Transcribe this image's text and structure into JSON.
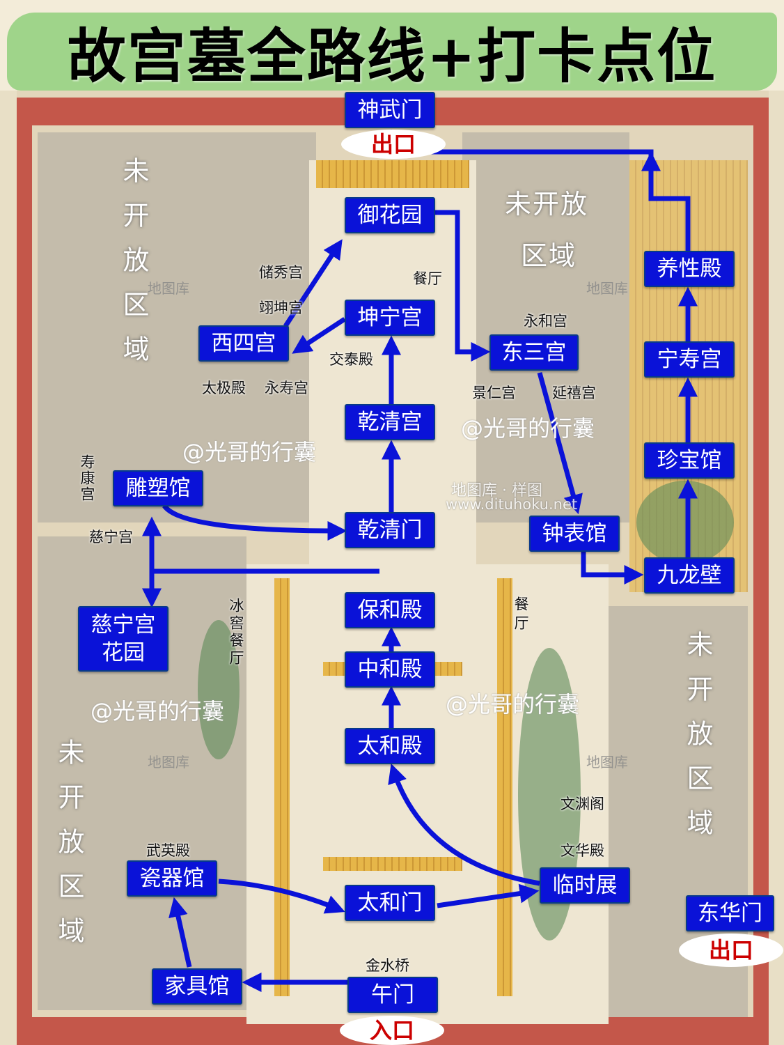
{
  "title": "故宫墓全路线+打卡点位",
  "colors": {
    "route": "#0a12d8",
    "label_bg": "#0a12d8",
    "exit_text": "#cc0000",
    "header_green": "#9fd48a"
  },
  "route_labels": {
    "shenwumen": "神武门",
    "yuhuayuan": "御花园",
    "kunninggong": "坤宁宫",
    "qianqinggong": "乾清宫",
    "qianqingmen": "乾清门",
    "baohedian": "保和殿",
    "zhonghedian": "中和殿",
    "taihedian": "太和殿",
    "taihemen": "太和门",
    "wumen": "午门",
    "xisigong": "西四宫",
    "diaosuguan": "雕塑馆",
    "cininggong_garden_1": "慈宁宫",
    "cininggong_garden_2": "花园",
    "ciqiguan": "瓷器馆",
    "jiajuguan": "家具馆",
    "dongsangong": "东三宫",
    "zhongbiaoguan": "钟表馆",
    "jiulongbi": "九龙壁",
    "zhenbaoguan": "珍宝馆",
    "ningshougong": "宁寿宫",
    "yangxingdian": "养性殿",
    "linshizhan": "临时展",
    "donghuamen": "东华门"
  },
  "gates": {
    "exit": "出口",
    "entrance": "入口"
  },
  "places": {
    "chuxiugong": "储秀宫",
    "yikungong": "翊坤宫",
    "canting1": "餐厅",
    "jiaotaidian": "交泰殿",
    "taijidian": "太极殿",
    "yongshougong": "永寿宫",
    "yonghegong": "永和宫",
    "jingrengong": "景仁宫",
    "yanxigong": "延禧宫",
    "shoukanggong": "寿康宫",
    "cininggong": "慈宁宫",
    "bingjiao": "冰窖餐厅",
    "canting2": "餐厅",
    "wenyuange": "文渊阁",
    "wenhuadian": "文华殿",
    "wuyingdian": "武英殿",
    "jinshuiqiao": "金水桥"
  },
  "closed_areas": {
    "left_top": "未开放区域",
    "center_top_1": "未开放",
    "center_top_2": "区域",
    "right": "未开放区域",
    "left_bottom": "未开放区域"
  },
  "watermarks": {
    "ditu": "地图库",
    "handle": "@光哥的行囊",
    "sample": "地图库 · 样图",
    "url": "www.dituhoku.net"
  }
}
